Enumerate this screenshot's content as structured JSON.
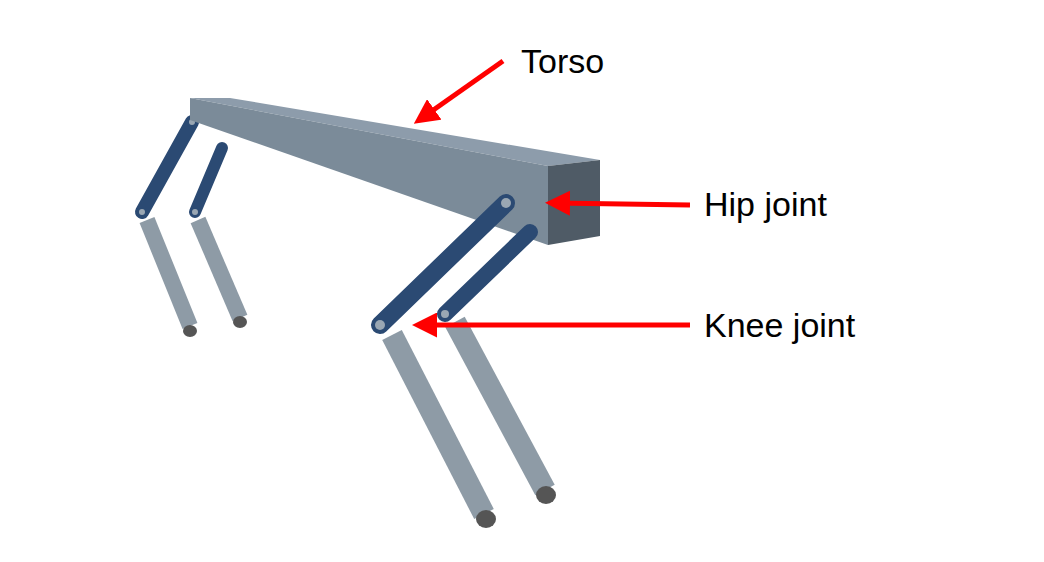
{
  "diagram": {
    "labels": [
      "Torso",
      "Hip joint",
      "Knee joint"
    ]
  }
}
